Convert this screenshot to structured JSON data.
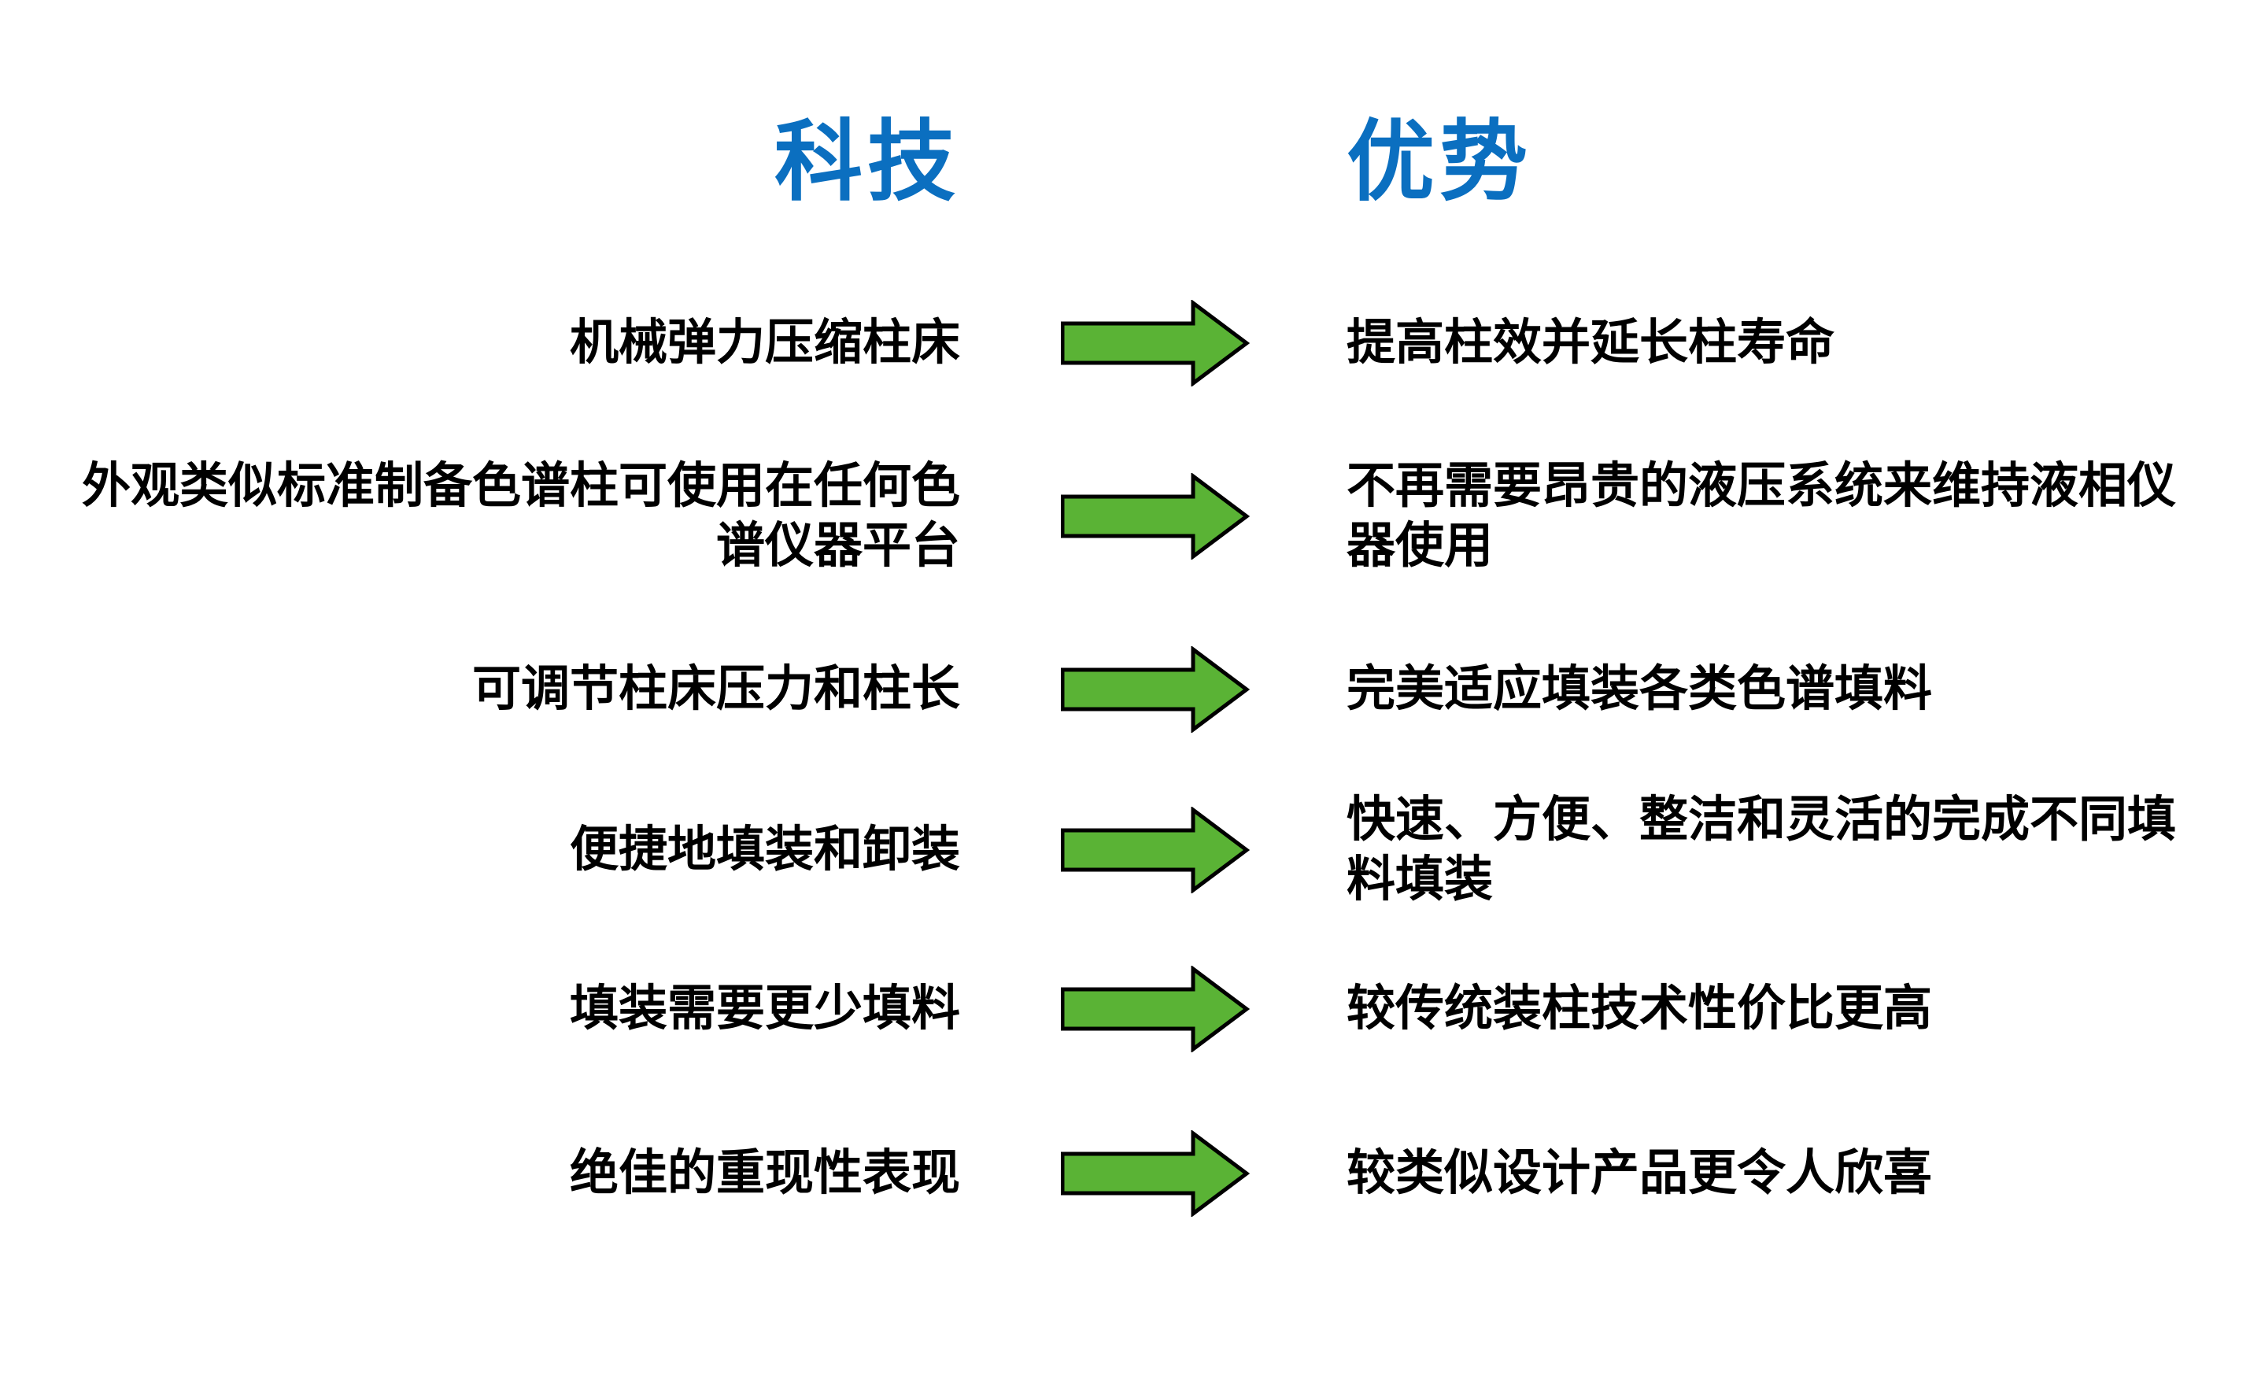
{
  "header": {
    "left_title": "科技",
    "right_title": "优势"
  },
  "rows": [
    {
      "tech": "机械弹力压缩柱床",
      "benefit": "提高柱效并延长柱寿命"
    },
    {
      "tech": "外观类似标准制备色谱柱可使用在任何色谱仪器平台",
      "benefit": "不再需要昂贵的液压系统来维持液相仪器使用"
    },
    {
      "tech": "可调节柱床压力和柱长",
      "benefit": "完美适应填装各类色谱填料"
    },
    {
      "tech": "便捷地填装和卸装",
      "benefit": "快速、方便、整洁和灵活的完成不同填料填装"
    },
    {
      "tech": "填装需要更少填料",
      "benefit": "较传统装柱技术性价比更高"
    },
    {
      "tech": "绝佳的重现性表现",
      "benefit": "较类似设计产品更令人欣喜"
    }
  ],
  "colors": {
    "title-color": "#0b6fc0",
    "text-color": "#000000",
    "arrow-fill": "#5ab335",
    "arrow-stroke": "#000000",
    "background": "#ffffff"
  }
}
